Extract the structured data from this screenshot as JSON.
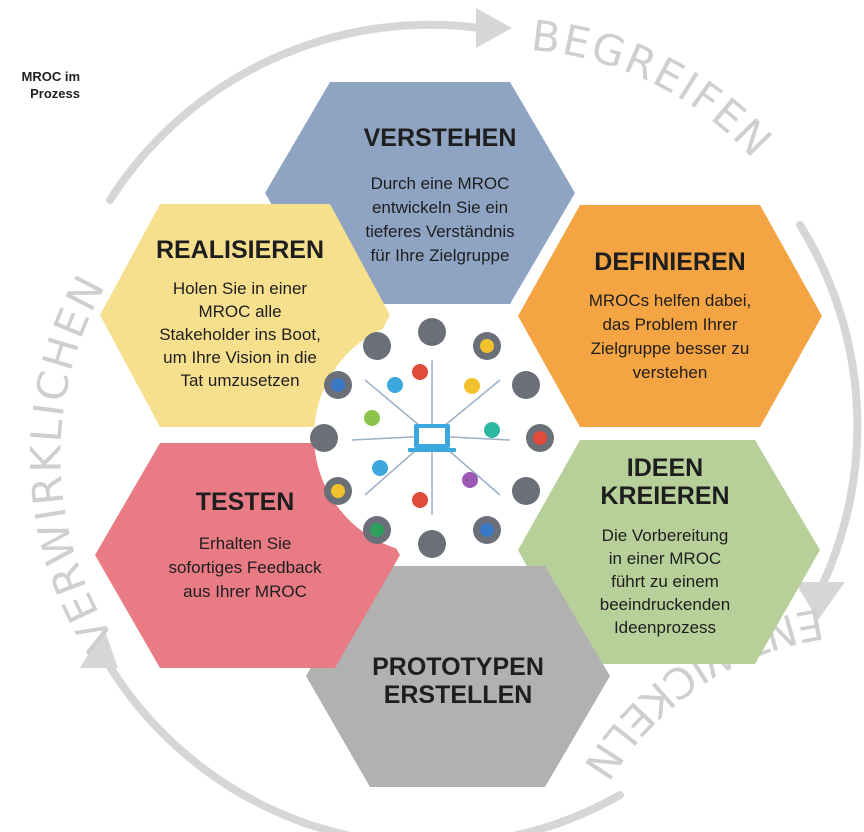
{
  "side_caption": {
    "line1": "MROC im",
    "line2": "Prozess"
  },
  "cycle_labels": {
    "top_right": "BEGREIFEN",
    "bottom_right": "ENTWICKELN",
    "left": "VERWIRKLICHEN"
  },
  "hexagons": {
    "verstehen": {
      "title": "VERSTEHEN",
      "lines": [
        "Durch eine MROC",
        "entwickeln Sie ein",
        "tieferes Verständnis",
        "für Ihre Zielgruppe"
      ],
      "color": "#8ea4c2"
    },
    "definieren": {
      "title": "DEFINIEREN",
      "lines": [
        "MROCs helfen dabei,",
        "das Problem Ihrer",
        "Zielgruppe besser zu",
        "verstehen"
      ],
      "color": "#f5a443"
    },
    "ideen": {
      "title1": "IDEEN",
      "title2": "KREIEREN",
      "lines": [
        "Die Vorbereitung",
        "in einer MROC",
        "führt zu einem",
        "beeindruckenden",
        "Ideenprozess"
      ],
      "color": "#b7d09a"
    },
    "prototypen": {
      "title1": "PROTOTYPEN",
      "title2": "ERSTELLEN",
      "color": "#b1b1b1"
    },
    "testen": {
      "title": "TESTEN",
      "lines": [
        "Erhalten Sie",
        "sofortiges Feedback",
        "aus Ihrer MROC"
      ],
      "color": "#e97b84"
    },
    "realisieren": {
      "title": "REALISIEREN",
      "lines": [
        "Holen Sie in einer",
        "MROC alle",
        "Stakeholder ins Boot,",
        "um Ihre Vision in die",
        "Tat umzusetzen"
      ],
      "color": "#f6e08e"
    }
  },
  "center": {
    "icon": "laptop-network-icon",
    "accent": "#3aa7dd"
  }
}
